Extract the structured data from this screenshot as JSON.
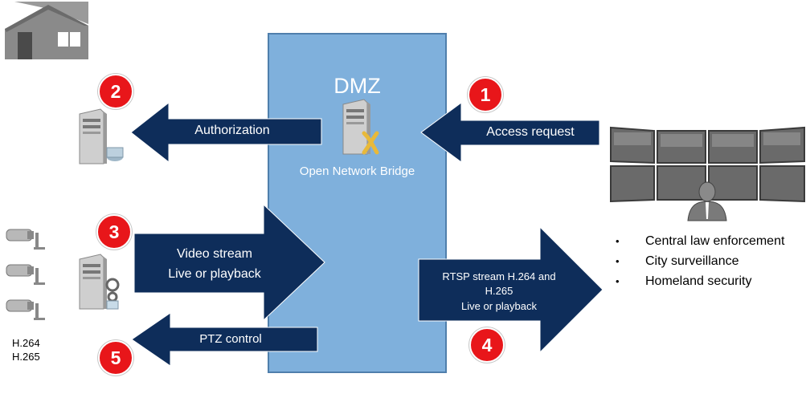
{
  "dmz": {
    "title": "DMZ",
    "component": "Open Network Bridge"
  },
  "arrows": {
    "access_request": "Access request",
    "authorization": "Authorization",
    "video_stream": [
      "Video stream",
      "Live or playback"
    ],
    "ptz_control": "PTZ control",
    "rtsp_stream": [
      "RTSP stream H.264 and",
      "H.265",
      "Live or playback"
    ]
  },
  "steps": [
    "1",
    "2",
    "3",
    "4",
    "5"
  ],
  "clients": [
    "Central law enforcement",
    "City surveillance",
    "Homeland security"
  ],
  "codecs": [
    "H.264",
    "H.265"
  ],
  "colors": {
    "dmz_fill": "#7fb0dc",
    "arrow_fill": "#0e2d5a",
    "badge": "#e8161a"
  }
}
